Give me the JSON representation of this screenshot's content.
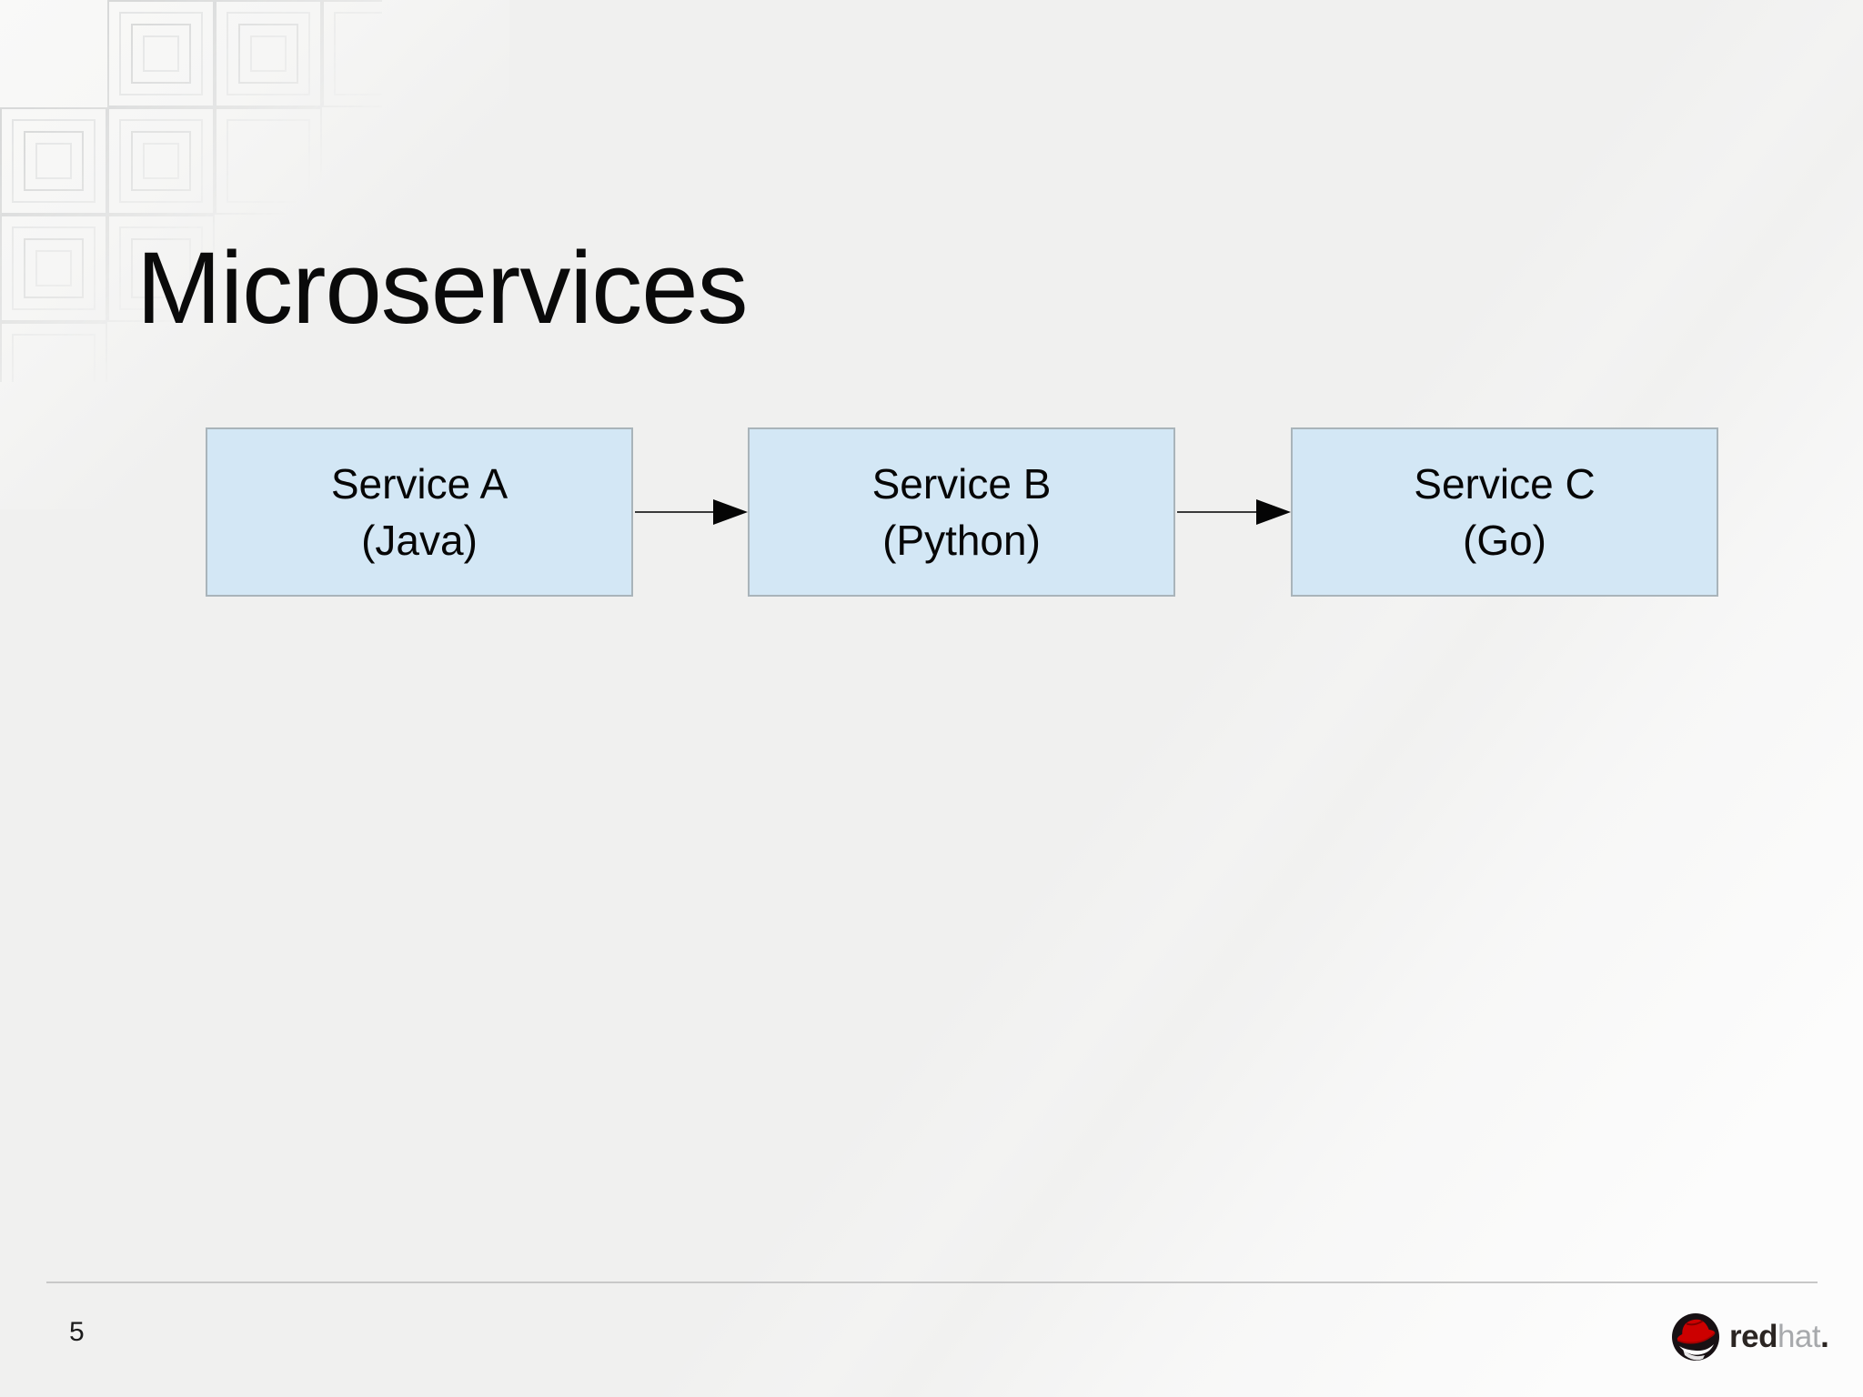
{
  "slide": {
    "title": "Microservices"
  },
  "diagram": {
    "nodes": [
      {
        "name": "Service A",
        "tech": "(Java)"
      },
      {
        "name": "Service B",
        "tech": "(Python)"
      },
      {
        "name": "Service C",
        "tech": "(Go)"
      }
    ],
    "connections": [
      {
        "from": "Service A",
        "to": "Service B"
      },
      {
        "from": "Service B",
        "to": "Service C"
      }
    ]
  },
  "footer": {
    "page_number": "5",
    "logo": {
      "brand_red": "red",
      "brand_hat": "hat",
      "period": "."
    }
  },
  "colors": {
    "background": "#f0f0ef",
    "node_fill": "#d3e7f5",
    "node_border": "#a9b4ba",
    "node_text": "#060606",
    "arrow": "#050505",
    "footer_line": "#c8c8c8",
    "logo_red": "#cc0000",
    "logo_dark": "#2b2522",
    "logo_gray": "#a7a9ac"
  }
}
